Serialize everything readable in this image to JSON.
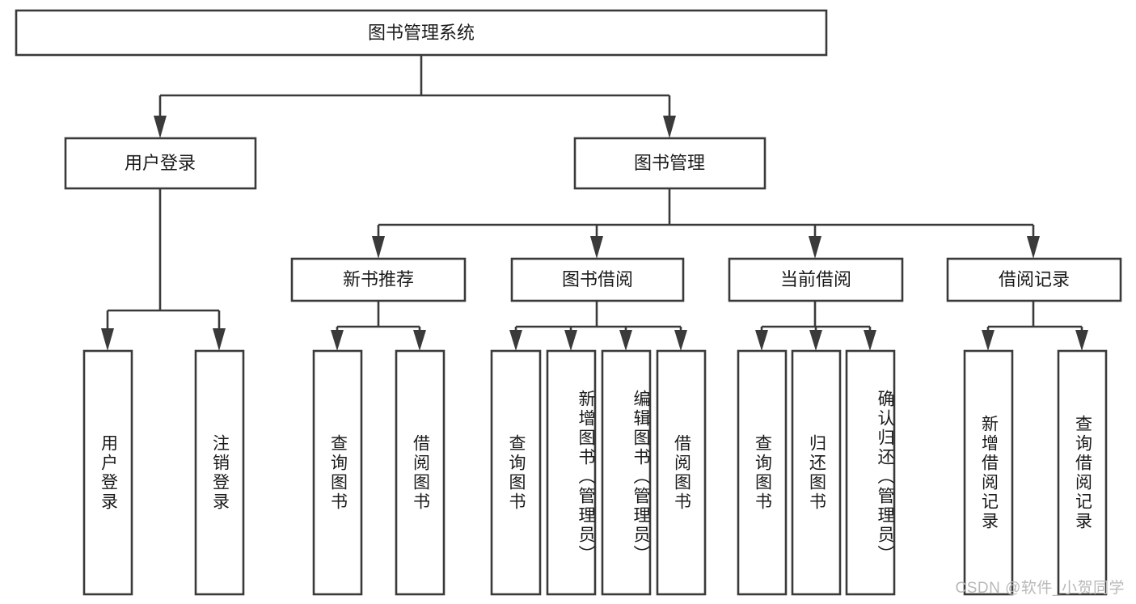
{
  "diagram": {
    "type": "tree",
    "title": "图书管理系统",
    "colors": {
      "box_stroke": "#3a3a3a",
      "box_fill": "#ffffff",
      "connector": "#3a3a3a",
      "text": "#1a1a1a",
      "watermark": "#b9b9b9",
      "background": "#ffffff"
    },
    "root": {
      "label": "图书管理系统"
    },
    "level1": [
      {
        "label": "用户登录"
      },
      {
        "label": "图书管理"
      }
    ],
    "level2": [
      {
        "label": "新书推荐"
      },
      {
        "label": "图书借阅"
      },
      {
        "label": "当前借阅"
      },
      {
        "label": "借阅记录"
      }
    ],
    "leaves": {
      "user_login": [
        {
          "label": "用户登录"
        },
        {
          "label": "注销登录"
        }
      ],
      "new_book_recommend": [
        {
          "label": "查询图书"
        },
        {
          "label": "借阅图书"
        }
      ],
      "book_borrow": [
        {
          "label": "查询图书"
        },
        {
          "label": "新增图书（管理员）"
        },
        {
          "label": "编辑图书（管理员）"
        },
        {
          "label": "借阅图书"
        }
      ],
      "current_borrow": [
        {
          "label": "查询图书"
        },
        {
          "label": "归还图书"
        },
        {
          "label": "确认归还（管理员）"
        }
      ],
      "borrow_records": [
        {
          "label": "新增借阅记录"
        },
        {
          "label": "查询借阅记录"
        }
      ]
    },
    "watermark": "CSDN @软件_小贺同学"
  }
}
